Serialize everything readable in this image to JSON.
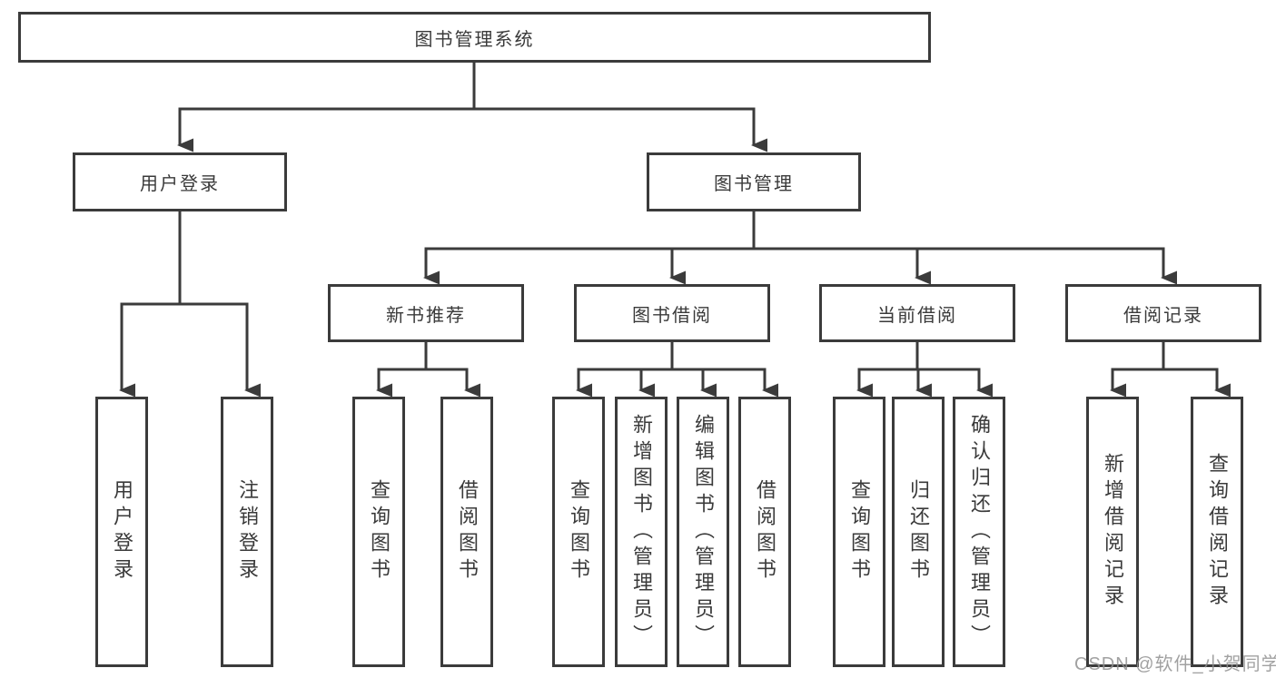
{
  "tree": {
    "root": {
      "label": "图书管理系统"
    },
    "branches": [
      {
        "label": "用户登录",
        "children": [
          {
            "label": "用户登录"
          },
          {
            "label": "注销登录"
          }
        ]
      },
      {
        "label": "图书管理",
        "children": [
          {
            "label": "新书推荐",
            "children": [
              {
                "label": "查询图书"
              },
              {
                "label": "借阅图书"
              }
            ]
          },
          {
            "label": "图书借阅",
            "children": [
              {
                "label": "查询图书"
              },
              {
                "label": "新增图书（管理员）"
              },
              {
                "label": "编辑图书（管理员）"
              },
              {
                "label": "借阅图书"
              }
            ]
          },
          {
            "label": "当前借阅",
            "children": [
              {
                "label": "查询图书"
              },
              {
                "label": "归还图书"
              },
              {
                "label": "确认归还（管理员）"
              }
            ]
          },
          {
            "label": "借阅记录",
            "children": [
              {
                "label": "新增借阅记录"
              },
              {
                "label": "查询借阅记录"
              }
            ]
          }
        ]
      }
    ]
  },
  "watermark": {
    "text": "CSDN @软件_小贺同学"
  },
  "colors": {
    "line": "#3b3b3b",
    "text": "#3a3a3a",
    "background": "#ffffff",
    "watermark": "#919191"
  }
}
